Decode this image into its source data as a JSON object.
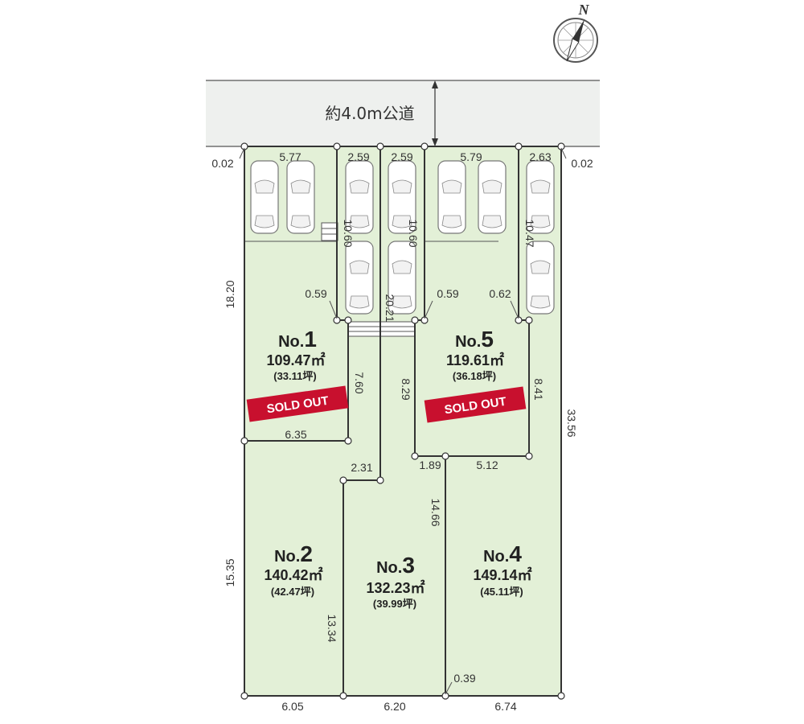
{
  "north": {
    "letter": "N"
  },
  "road": {
    "label": "約4.0m公道"
  },
  "colors": {
    "lot_fill": "#e3f0d7",
    "road_fill": "#eef0ee",
    "boundary": "#333333",
    "sold_badge": "#c8102e"
  },
  "lots": [
    {
      "no_prefix": "No.",
      "no_num": "1",
      "area": "109.47㎡",
      "tsubo": "(33.11坪)",
      "sold": "SOLD OUT"
    },
    {
      "no_prefix": "No.",
      "no_num": "2",
      "area": "140.42㎡",
      "tsubo": "(42.47坪)"
    },
    {
      "no_prefix": "No.",
      "no_num": "3",
      "area": "132.23㎡",
      "tsubo": "(39.99坪)"
    },
    {
      "no_prefix": "No.",
      "no_num": "4",
      "area": "149.14㎡",
      "tsubo": "(45.11坪)"
    },
    {
      "no_prefix": "No.",
      "no_num": "5",
      "area": "119.61㎡",
      "tsubo": "(36.18坪)",
      "sold": "SOLD OUT"
    }
  ],
  "dimensions": {
    "lot1_front": "5.77",
    "corridor_a_width": "2.59",
    "corridor_b_width": "2.59",
    "lot5_front": "5.79",
    "lot4_front": "2.63",
    "left_offset": "0.02",
    "right_offset": "0.02",
    "left_upper": "18.20",
    "lot1_right": "7.60",
    "lot1_bottom": "6.35",
    "corridor_a_len": "10.60",
    "corridor_b_len": "10.60",
    "lot4_corridor_len": "10.47",
    "lot1_notch": "0.59",
    "lot5_notch": "0.59",
    "lot5_notch_right": "0.62",
    "divider_13": "20.21",
    "lot5_left": "8.29",
    "lot5_right": "8.41",
    "right_total": "33.56",
    "lot3_step": "2.31",
    "lot3_lot4_step": "1.89",
    "lot5_bottom": "5.12",
    "lot4_left": "14.66",
    "left_lower": "15.35",
    "lot2_right": "13.34",
    "lot4_corner": "0.39",
    "bottom_lot2": "6.05",
    "bottom_lot3": "6.20",
    "bottom_lot4": "6.74"
  }
}
